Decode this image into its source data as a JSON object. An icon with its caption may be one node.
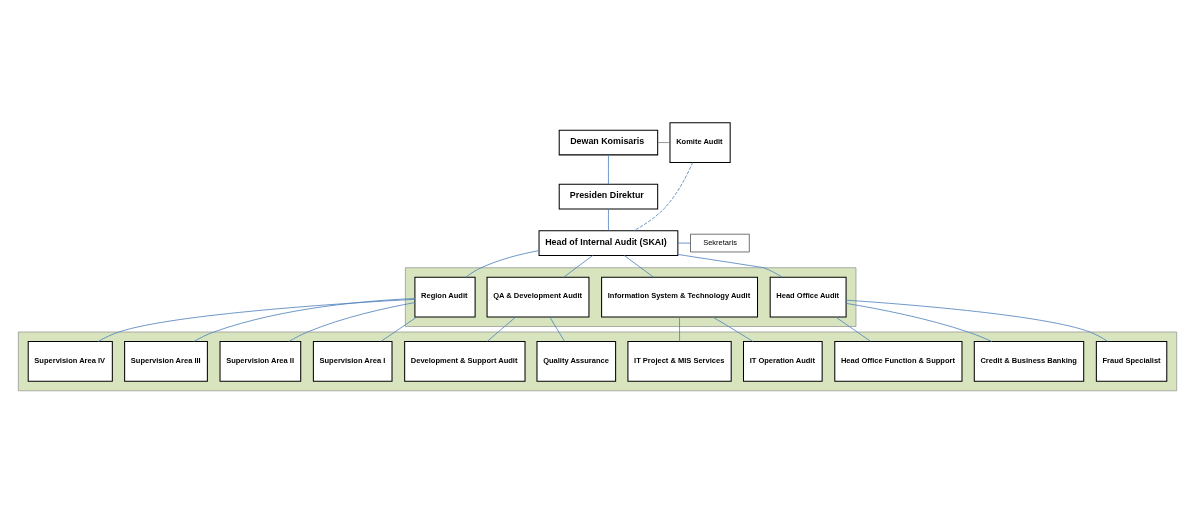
{
  "diagram": {
    "nodes": [
      {
        "text": [
          "Dewan Komisaris"
        ]
      },
      {
        "text": [
          "Komite Audit"
        ]
      },
      {
        "text": [
          "Presiden Direktur"
        ]
      },
      {
        "text": [
          "Head of Internal Audit (SKAI)"
        ]
      },
      {
        "text": [
          "Sekretaris"
        ]
      },
      {
        "text": [],
        "shape": "band"
      },
      {
        "text": [
          "Head Office Audit"
        ],
        "in": 5
      },
      {
        "text": [
          "Information System & Technology Audit"
        ],
        "in": 5
      },
      {
        "text": [
          "QA & Development Audit"
        ],
        "in": 5
      },
      {
        "text": [
          "Region Audit"
        ],
        "in": 5
      },
      {
        "text": [],
        "shape": "band"
      },
      {
        "text": [
          "Fraud Specialist"
        ],
        "in": 10
      },
      {
        "text": [
          "Credit & Business Banking"
        ],
        "in": 10
      },
      {
        "text": [
          "Head Office Function & Support"
        ],
        "in": 10
      },
      {
        "text": [
          "IT Operation Audit"
        ],
        "in": 10
      },
      {
        "text": [
          "IT Project & MIS Services"
        ],
        "in": 10
      },
      {
        "text": [
          "Quality Assurance"
        ],
        "in": 10
      },
      {
        "text": [
          "Development & Support Audit"
        ],
        "in": 10
      },
      {
        "text": [
          "Supervision Area I"
        ],
        "in": 10
      },
      {
        "text": [
          "Supervision Area II"
        ],
        "in": 10
      },
      {
        "text": [
          "Supervision Area III"
        ],
        "in": 10
      },
      {
        "text": [
          "Supervision Area IV"
        ],
        "in": 10
      }
    ],
    "edges": [
      {
        "from": 0,
        "to": 2,
        "arrow": "none"
      },
      {
        "from": 0,
        "to": 1,
        "arrow": "none",
        "color": "#808080"
      },
      {
        "from": 1,
        "to": 3,
        "arrow": "none",
        "style": "dashed"
      },
      {
        "from": 2,
        "to": 3,
        "arrow": "none"
      },
      {
        "from": 3,
        "to": 4,
        "arrow": "none"
      },
      {
        "from": 3,
        "to": 6,
        "arrow": "none"
      },
      {
        "from": 3,
        "to": 7,
        "arrow": "none"
      },
      {
        "from": 3,
        "to": 8,
        "arrow": "none"
      },
      {
        "from": 3,
        "to": 9,
        "arrow": "none"
      },
      {
        "from": 6,
        "to": 11,
        "arrow": "none"
      },
      {
        "from": 6,
        "to": 12,
        "arrow": "none"
      },
      {
        "from": 6,
        "to": 13,
        "arrow": "none"
      },
      {
        "from": 7,
        "to": 14,
        "arrow": "none"
      },
      {
        "from": 7,
        "to": 15,
        "arrow": "none"
      },
      {
        "from": 8,
        "to": 16,
        "arrow": "none"
      },
      {
        "from": 8,
        "to": 17,
        "arrow": "none"
      },
      {
        "from": 9,
        "to": 18,
        "arrow": "none"
      },
      {
        "from": 9,
        "to": 19,
        "arrow": "none"
      },
      {
        "from": 9,
        "to": 20,
        "arrow": "none"
      },
      {
        "from": 9,
        "to": 21,
        "arrow": "none"
      }
    ]
  }
}
